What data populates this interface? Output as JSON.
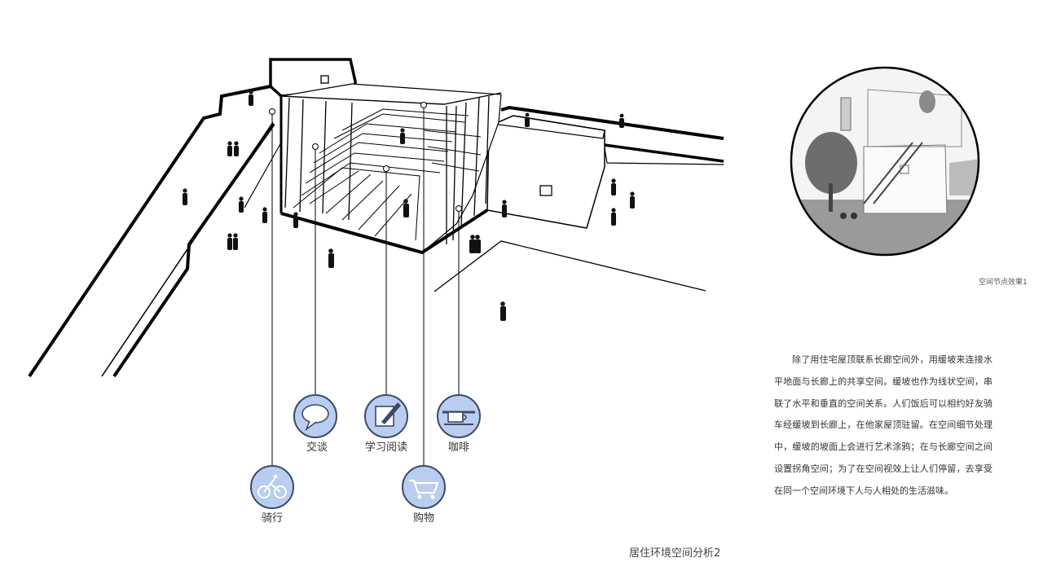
{
  "figure": {
    "title": "居住环境空间分析2",
    "inset_caption": "空间节点效果1",
    "description": "除了用住宅屋顶联系长廊空间外，用缓坡来连接水平地面与长廊上的共享空间。缓坡也作为线状空间，串联了水平和垂直的空间关系。人们饭后可以相约好友骑车经缓坡到长廊上，在他家屋顶驻留。在空间细节处理中，缓坡的坡面上会进行艺术涂鸦；在与长廊空间之间设置拐角空间；为了在空间视效上让人们停留，去享受在同一个空间环境下人与人相处的生活滋味。"
  },
  "activities": [
    {
      "label": "交谈",
      "icon": "speech-bubble-icon"
    },
    {
      "label": "学习阅读",
      "icon": "pen-note-icon"
    },
    {
      "label": "咖啡",
      "icon": "coffee-cup-icon"
    },
    {
      "label": "骑行",
      "icon": "bicycle-icon"
    },
    {
      "label": "购物",
      "icon": "shopping-cart-icon"
    }
  ],
  "colors": {
    "icon_fill": "#b9cdf0",
    "icon_stroke": "#3c4a66",
    "line": "#000000"
  }
}
